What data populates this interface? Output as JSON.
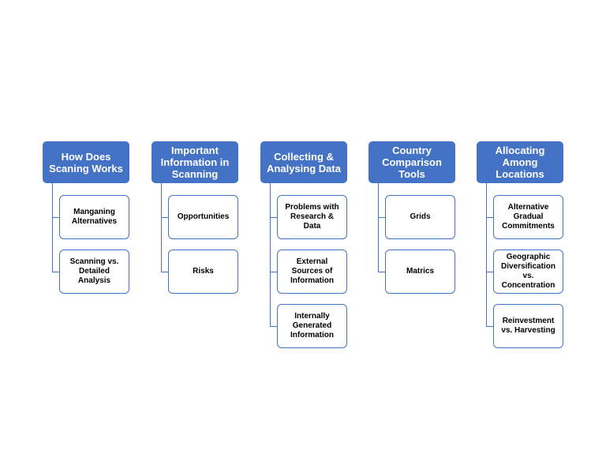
{
  "diagram": {
    "columns": [
      {
        "header": "How Does Scaning Works",
        "items": [
          "Manganing Alternatives",
          "Scanning vs. Detailed Analysis"
        ]
      },
      {
        "header": "Important Information in Scanning",
        "items": [
          "Opportunities",
          "Risks"
        ]
      },
      {
        "header": "Collecting & Analysing Data",
        "items": [
          "Problems with Research & Data",
          "External Sources of Information",
          "Internally Generated Information"
        ]
      },
      {
        "header": "Country Comparison Tools",
        "items": [
          "Grids",
          "Matrics"
        ]
      },
      {
        "header": "Allocating Among Locations",
        "items": [
          "Alternative Gradual Commitments",
          "Geographic Diversification vs. Concentration",
          "Reinvestment vs. Harvesting"
        ]
      }
    ],
    "colors": {
      "header_fill": "#4472c4",
      "header_text": "#ffffff",
      "child_border": "#4472c4",
      "child_text": "#000000"
    }
  }
}
